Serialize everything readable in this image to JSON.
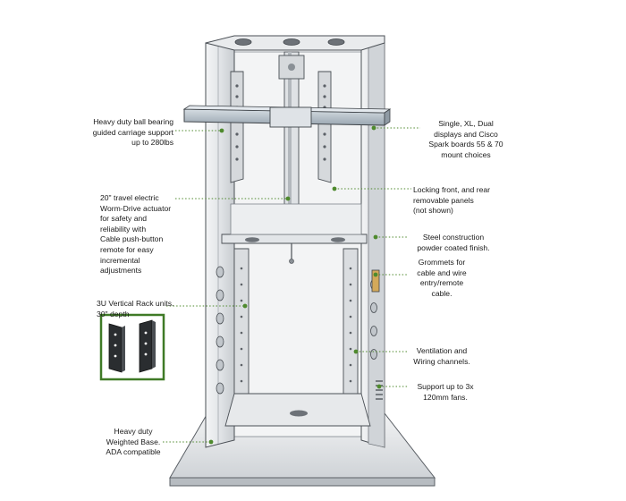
{
  "callouts": {
    "ball_bearing": [
      "Heavy duty ball bearing",
      "guided carriage support",
      "up to 280lbs"
    ],
    "actuator": [
      "20\" travel electric",
      "Worm-Drive actuator",
      "for safety and",
      "reliability with",
      "Cable push-button",
      "remote for easy",
      "incremental",
      "adjustments"
    ],
    "rack_units": [
      "3U Vertical Rack units.",
      "30\" depth"
    ],
    "weighted_base": [
      "Heavy duty",
      "Weighted Base.",
      "ADA compatible"
    ],
    "display_mounts": [
      "Single, XL, Dual",
      "displays and Cisco",
      "Spark boards 55 & 70",
      "mount choices"
    ],
    "panels": [
      "Locking front, and rear",
      "removable panels",
      "(not shown)"
    ],
    "steel": [
      "Steel construction",
      "powder coated finish."
    ],
    "grommets": [
      "Grommets for",
      "cable and wire",
      "entry/remote",
      "cable."
    ],
    "ventilation": [
      "Ventilation and",
      "Wiring channels."
    ],
    "fans": [
      "Support up to 3x",
      "120mm fans."
    ]
  },
  "colors": {
    "leader_dot": "#4f8a2e",
    "inset_border": "#3f7a26",
    "frame_light": "#e6e8ea",
    "frame_mid": "#c9cdd1",
    "frame_dark": "#8b9096",
    "outline": "#4a4f55",
    "crossbar": "#b9c3cc"
  },
  "icons": [
    "rack-rail-icon",
    "display-mount-bracket-icon",
    "actuator-motor-icon"
  ]
}
